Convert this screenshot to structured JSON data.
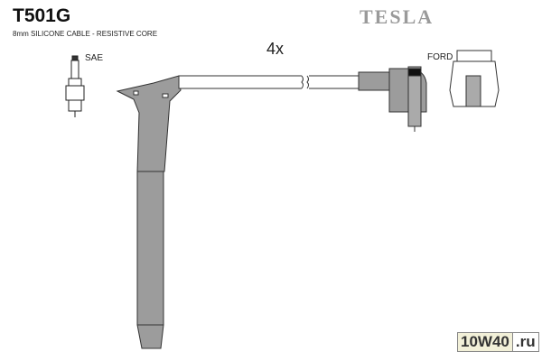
{
  "product_code": "T501G",
  "description": "8mm SILICONE CABLE - RESISTIVE CORE",
  "brand": "TESLA",
  "quantity": "4x",
  "left_connector_label": "SAE",
  "right_connector_label": "FORD",
  "watermark": {
    "main": "10W40",
    "suffix": ".ru"
  }
}
